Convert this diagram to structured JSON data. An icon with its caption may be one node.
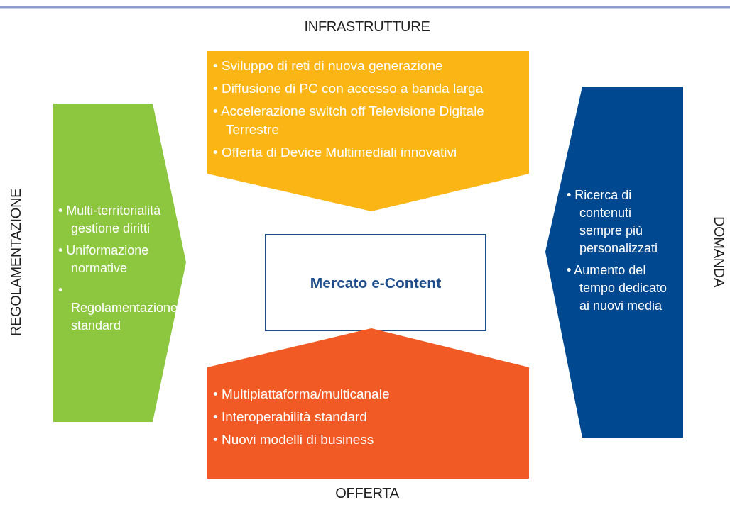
{
  "diagram": {
    "nodes": [
      {
        "text": [
          "INFRASTRUTTURE",
          "• Sviluppo di reti di nuova generazione",
          "• Diffusione di PC con accesso a banda larga",
          "• Accelerazione switch off Televisione Digitale Terrestre",
          "• Offerta di Device Multimediali innovativi"
        ]
      },
      {
        "text": [
          "REGOLAMENTAZIONE",
          "• Multi-territorialità gestione diritti",
          "• Uniformazione normative",
          "• Regolamentazione standard"
        ]
      },
      {
        "text": [
          "Mercato e-Content"
        ]
      },
      {
        "text": [
          "• Ricerca di contenuti sempre più personalizzati",
          "• Aumento del tempo dedicato ai nuovi media",
          "DOMANDA"
        ]
      },
      {
        "text": [
          "• Multipiattaforma/multicanale",
          "• Interoperabilità standard",
          "• Nuovi modelli di business",
          "OFFERTA"
        ]
      }
    ]
  }
}
